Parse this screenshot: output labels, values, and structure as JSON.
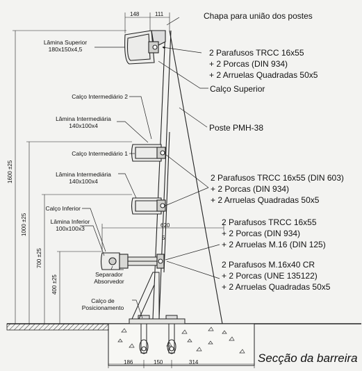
{
  "title": "Secção da barreira",
  "labels": {
    "chapa": "Chapa para união dos postes",
    "parafusos_1": "2 Parafusos TRCC 16x55",
    "porcas_1": "+ 2 Porcas (DIN 934)",
    "arruelas_1": "+ 2 Arruelas Quadradas 50x5",
    "calco_superior": "Calço Superior",
    "poste": "Poste PMH-38",
    "lamina_superior": "Lâmina Superior",
    "lamina_superior_dim": "180x150x4,5",
    "calco_intermediario_2": "Calço Intermediário 2",
    "lamina_intermediaria_a": "Lâmina Intermediária",
    "lamina_intermediaria_a_dim": "140x100x4",
    "calco_intermediario_1": "Calço Intermediário 1",
    "lamina_intermediaria_b": "Lâmina Intermediária",
    "lamina_intermediaria_b_dim": "140x100x4",
    "parafusos_2": "2 Parafusos TRCC 16x55 (DIN 603)",
    "porcas_2": "+ 2 Porcas (DIN 934)",
    "arruelas_2": "+ 2 Arruelas Quadradas 50x5",
    "calco_inferior": "Calço Inferior",
    "lamina_inferior": "Lâmina Inferior",
    "lamina_inferior_dim": "100x100x3",
    "parafusos_3": "2 Parafusos TRCC 16x55",
    "porcas_3": "+ 2 Porcas (DIN 934)",
    "arruelas_3": "+ 2 Arruelas M.16 (DIN 125)",
    "separador": "Separador",
    "absorvedor": "Absorvedor",
    "parafusos_4": "2 Parafusos M.16x40 CR",
    "porcas_4": "+ 2 Porcas (UNE 135122)",
    "arruelas_4": "+ 2 Arruelas Quadradas 50x5",
    "calco_posicionamento_1": "Calço de",
    "calco_posicionamento_2": "Posicionamento"
  },
  "dimensions": {
    "top_148": "148",
    "top_111": "111",
    "d_620": "620",
    "d_5": "5",
    "bottom_186": "186",
    "bottom_150": "150",
    "bottom_314": "314",
    "h_1600": "1600 ±25",
    "h_1000": "1000 ±25",
    "h_700": "700 ±25",
    "h_400": "400 ±25"
  }
}
